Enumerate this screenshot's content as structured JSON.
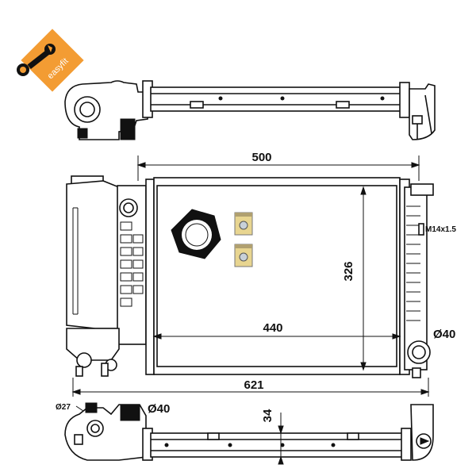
{
  "brand": {
    "name": "easyfit",
    "color": "#F39C33"
  },
  "dimensions": {
    "width_500": "500",
    "height_326": "326",
    "core_440": "440",
    "overall_621": "621",
    "depth_34": "34",
    "outlet_d40_right": "Ø40",
    "outlet_d40_bottom": "Ø40",
    "port_d27": "Ø27",
    "thread_m14": "M14x1.5"
  },
  "accessories": {
    "nut_icon": "hex-nut-icon",
    "clip_icon": "spring-clip-icon"
  }
}
